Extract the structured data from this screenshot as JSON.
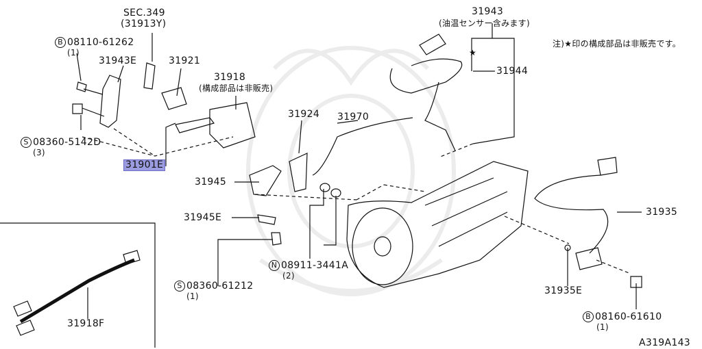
{
  "labels": {
    "sec349": "SEC.349",
    "sec349_sub": "(31913Y)",
    "bolt1_code": "B",
    "bolt1": "08110-61262",
    "bolt1_qty": "(1)",
    "p31943E": "31943E",
    "p31921": "31921",
    "p31918": "31918",
    "p31918_note": "(構成部品は非販売)",
    "screw1_code": "S",
    "screw1": "08360-5142D",
    "screw1_qty": "(3)",
    "p31901E": "31901E",
    "p31924": "31924",
    "p31970": "31970",
    "p31945": "31945",
    "p31945E": "31945E",
    "screw2_code": "S",
    "screw2": "08360-61212",
    "screw2_qty": "(1)",
    "nut_code": "N",
    "nut": "08911-3441A",
    "nut_qty": "(2)",
    "p31943": "31943",
    "p31943_note": "(油温センサー含みます)",
    "star": "★",
    "p31944": "31944",
    "note": "注)★印の構成部品は非販売です。",
    "p31935": "31935",
    "p31935E": "31935E",
    "bolt2_code": "B",
    "bolt2": "08160-61610",
    "bolt2_qty": "(1)",
    "p31918F": "31918F",
    "diagram_id": "A319A143"
  },
  "colors": {
    "highlight": "#9b9be0",
    "line": "#111111",
    "watermark": "#ececec"
  }
}
